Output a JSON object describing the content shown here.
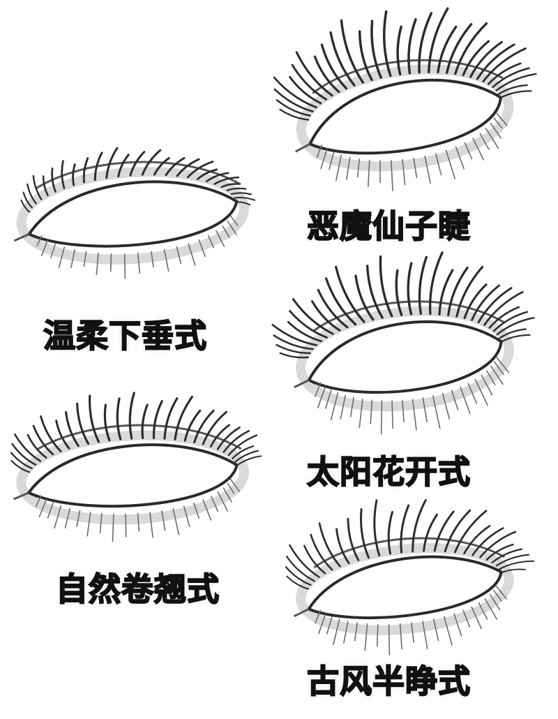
{
  "captions": {
    "eye1": "温柔下垂式",
    "eye2": "自然卷翘式",
    "eye3": "恶魔仙子睫",
    "eye4": "太阳花开式",
    "eye5": "古风半睁式"
  }
}
